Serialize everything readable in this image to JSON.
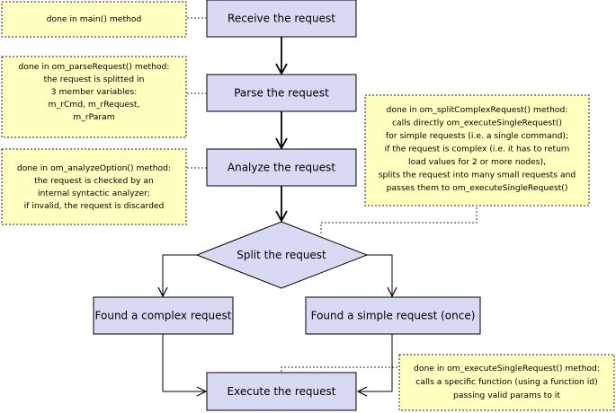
{
  "nodes": {
    "receive": "Receive the request",
    "parse": "Parse the request",
    "analyze": "Analyze the request",
    "split": "Split the request",
    "complex": "Found a complex request",
    "simple": "Found a simple request (once)",
    "execute": "Execute the request"
  },
  "notes": {
    "main": [
      "done in main() method"
    ],
    "parse": [
      "done in om_parseRequest() method:",
      "the request is splitted in",
      "3 member variables:",
      "m_rCmd, m_rRequest,",
      "m_rParam"
    ],
    "analyze": [
      "done in om_analyzeOption() method:",
      "the request is checked by an",
      "internal syntactic analyzer;",
      "if invalid, the request is discarded"
    ],
    "split": [
      "done in om_splitComplexRequest() method:",
      "calls directly om_executeSingleRequest()",
      "for simple requests (i.e. a single command);",
      "if the request is complex (i.e. it has to return",
      "load values for 2 or more nodes),",
      "splits the request into many small requests and",
      "passes them to om_executeSingleRequest()"
    ],
    "execute": [
      "done in om_executeSingleRequest() method:",
      "calls a specific function (using a function id)",
      "passing valid params to it"
    ]
  }
}
